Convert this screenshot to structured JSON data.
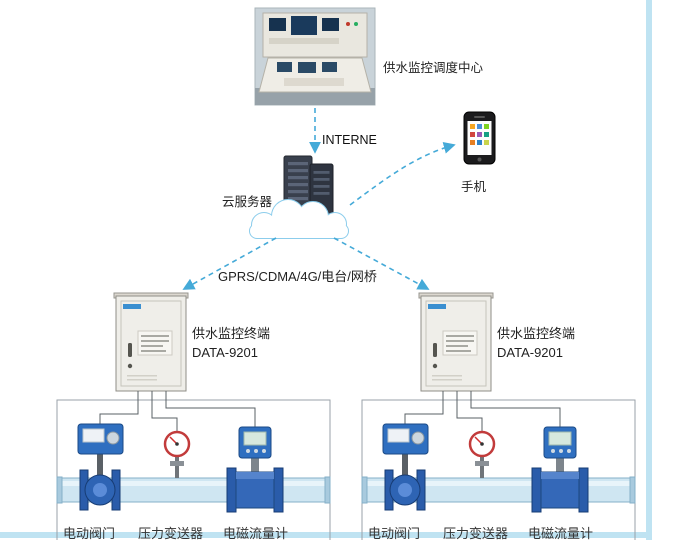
{
  "nodes": {
    "control_center": {
      "label": "供水监控调度中心"
    },
    "internet": {
      "label": "INTERNE"
    },
    "cloud_server": {
      "label": "云服务器"
    },
    "phone": {
      "label": "手机"
    },
    "link": {
      "label": "GPRS/CDMA/4G/电台/网桥"
    }
  },
  "terminals": [
    {
      "name": "供水监控终端",
      "model": "DATA-9201"
    },
    {
      "name": "供水监控终端",
      "model": "DATA-9201"
    }
  ],
  "field_devices": [
    {
      "valve": "电动阀门",
      "pressure": "压力变送器",
      "flowmeter": "电磁流量计"
    },
    {
      "valve": "电动阀门",
      "pressure": "压力变送器",
      "flowmeter": "电磁流量计"
    }
  ],
  "colors": {
    "arrow_blue": "#45aad8",
    "frame_blue": "#bfe3f2",
    "pipe_blue": "#cfe6f2",
    "device_blue": "#2a5caa",
    "cabinet_gray": "#efeee9"
  }
}
